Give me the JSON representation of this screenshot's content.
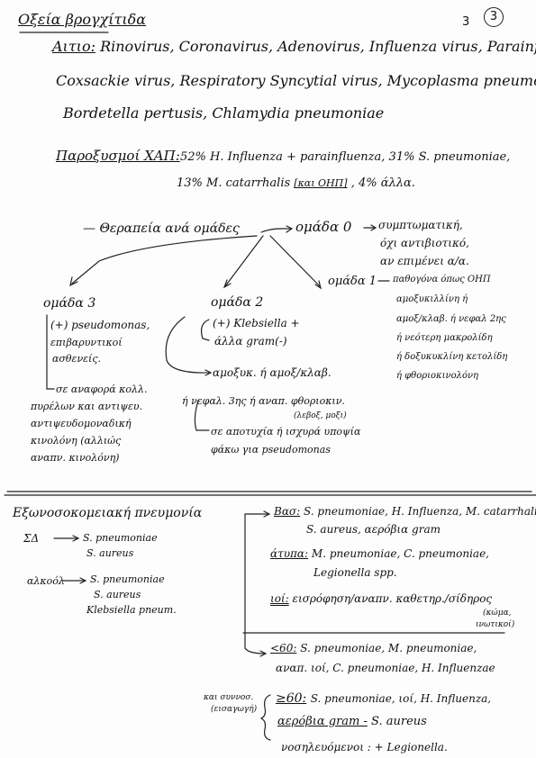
{
  "header": {
    "title": "Οξεία βρογχίτιδα",
    "page_number_print": "3",
    "page_number_circled": "3"
  },
  "bronchitis": {
    "etiology_label": "Αιτιο:",
    "etiology_line1": "Rinovirus, Coronavirus, Adenovirus, Influenza virus, Parainfluenza,",
    "etiology_line2": "Coxsackie virus, Respiratory Syncytial virus, Mycoplasma pneumoniae,",
    "etiology_line3": "Bordetella pertusis, Chlamydia pneumoniae"
  },
  "copd": {
    "title": "Παροξυσμοί ΧΑΠ:",
    "line1": "52% H. Influenza + parainfluenza, 31% S. pneumoniae,",
    "line2_a": "13% M. catarrhalis",
    "line2_b": "[και ΟΗΠ]",
    "line2_c": ", 4% άλλα."
  },
  "therapy": {
    "root": "Θεραπεία ανά ομάδες",
    "group0_label": "ομάδα 0",
    "group0_line1": "συμπτωματική,",
    "group0_line2": "όχι αντιβιοτικό,",
    "group0_line3": "αν επιμένει α/α.",
    "group1_label": "ομάδα 1",
    "group1_line1": "παθογόνα όπως ΟΗΠ",
    "group1_line2": "αμοξυκιλλίνη ή",
    "group1_line3": "αμοξ/κλαβ. ή νεφαλ 2ης",
    "group1_line4": "ή νεότερη μακρολίδη",
    "group1_line5": "ή δοξυκυκλίνη κετολίδη",
    "group1_line6": "ή φθοριοκινολόνη",
    "group2_label": "ομάδα 2",
    "group2_line1": "(+) Klebsiella +",
    "group2_line2": "άλλα gram(-)",
    "group2_line3": "αμοξυκ. ή αμοξ/κλαβ.",
    "group2_line4": "ή νεφαλ. 3ης ή αναπ. φθοριοκιν.",
    "group2_line5": "(λεβοξ, μοξι)",
    "group2_line6": "σε αποτυχία ή ισχυρά υποψία",
    "group2_line7": "φάκω για pseudomonas",
    "group3_label": "ομάδα 3",
    "group3_line1": "(+) pseudomonas,",
    "group3_line2": "επιβαρυντικοί",
    "group3_line3": "ασθενείς.",
    "group3_line4": "σε αναφορά κολλ.",
    "group3_line5": "πυρέλων και αντιψευ.",
    "group3_line6": "αντιψευδομοναδική",
    "group3_line7": "κινολόνη (αλλιώς",
    "group3_line8": "αναπν. κινολόνη)"
  },
  "cap": {
    "title": "Εξωνοσοκομειακή πνευμονία",
    "sd_label": "ΣΔ",
    "sd_line1": "S. pneumoniae",
    "sd_line2": "S. aureus",
    "alc_label": "αλκοόλ",
    "alc_line1": "S. pneumoniae",
    "alc_line2": "S. aureus",
    "alc_line3": "Klebsiella pneum.",
    "typical_label": "Βασ:",
    "typical_line1": "S. pneumoniae, H. Influenza, M. catarrhalis,",
    "typical_line2": "S. aureus, αερόβια gram",
    "atypical_label": "άτυπα:",
    "atypical_line1": "M. pneumoniae, C. pneumoniae,",
    "atypical_line2": "Legionella spp.",
    "viral_label": "ιοί:",
    "viral_line1": "εισρόφηση/αναπν. καθετηρ./σίδηρος",
    "viral_line2": "(κώμα,",
    "viral_line3": "ινωτικοί)",
    "lt60_label": "<60:",
    "lt60_line1": "S. pneumoniae, M. pneumoniae,",
    "lt60_line2": "αναπ. ιοί, C. pneumoniae, H. Influenzae",
    "ge60_side1": "και συννοσ.",
    "ge60_side2": "(εισαγωγή)",
    "ge60_label": "≥60:",
    "ge60_line1": "S. pneumoniae, ιοί, H. Influenza,",
    "ge60_line2": "αερόβια gram -",
    "ge60_line3": "S. aureus",
    "nosocomial": "νοσηλευόμενοι : + Legionella."
  }
}
